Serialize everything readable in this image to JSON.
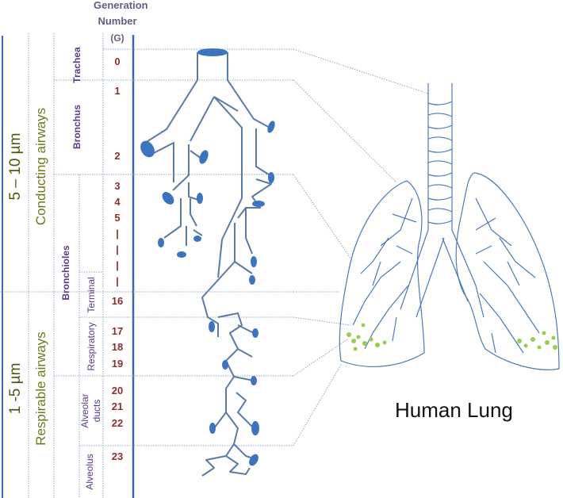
{
  "header": {
    "line1": "Generation",
    "line2": "Number",
    "line3": "(G)"
  },
  "size_ranges": {
    "upper": "5 – 10 µm",
    "lower": "1 -5 µm"
  },
  "airway_regions": {
    "upper": "Conducting airways",
    "lower": "Respirable airways"
  },
  "structures": {
    "trachea": "Trachea",
    "bronchus": "Bronchus",
    "bronchioles": "Bronchioles",
    "terminal": "Terminal",
    "respiratory": "Respiratory",
    "alveolar_ducts_1": "Alveolar",
    "alveolar_ducts_2": "ducts",
    "alveolus": "Alveolus"
  },
  "generations": [
    "0",
    "1",
    "2",
    "3",
    "4",
    "5",
    "|",
    "|",
    "|",
    "|",
    "16",
    "17",
    "18",
    "19",
    "20",
    "21",
    "22",
    "23"
  ],
  "lung_label": "Human Lung",
  "colors": {
    "line": "#3a6aa8",
    "airway_fill": "#3d74c0",
    "alveoli": "#9acd4a"
  }
}
